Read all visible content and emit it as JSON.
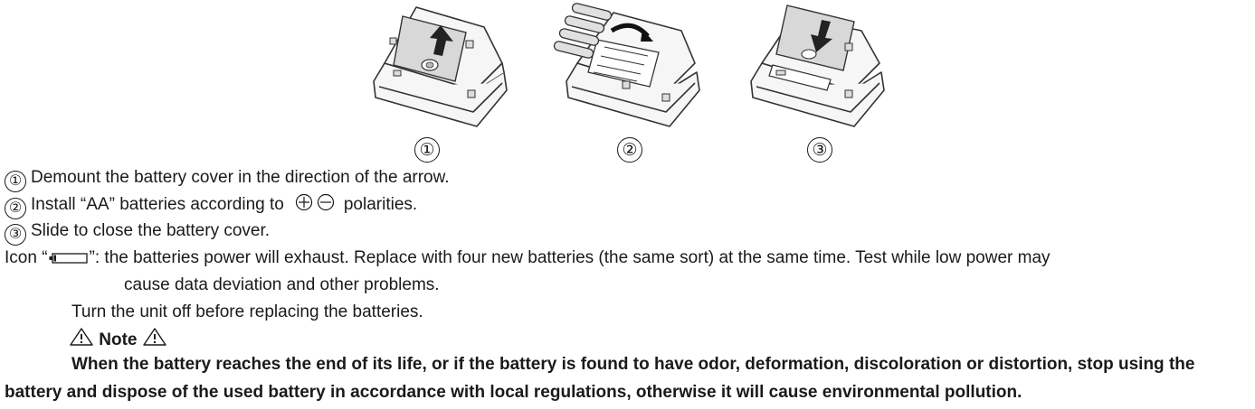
{
  "steps": {
    "num1": "①",
    "num2": "②",
    "num3": "③"
  },
  "instructions": {
    "step1_text": "Demount the battery cover in the direction of the arrow.",
    "step2_pre": "Install “AA” batteries according to",
    "step2_post": "polarities.",
    "step3_text": "Slide to close the battery cover.",
    "icon_pre": "Icon “",
    "icon_post": "”: the batteries power will exhaust. Replace with four new batteries (the same sort) at the same time. Test while low power may",
    "icon_cont": "cause data deviation and other problems.",
    "turn_off": "Turn the unit off before replacing the batteries."
  },
  "note": {
    "title": "Note",
    "line1": "When the battery reaches the end of its life, or if the battery is found to have odor, deformation, discoloration or distortion, stop using the",
    "line2": "battery and dispose of the used battery in accordance with local regulations, otherwise it will cause environmental pollution."
  },
  "icons": {
    "polarity": "plus-minus-polarity-icon",
    "battery": "low-battery-icon",
    "warning": "warning-triangle-icon"
  },
  "colors": {
    "text": "#1a1a1a",
    "line_art": "#333333",
    "fill": "#f4f4f4"
  }
}
